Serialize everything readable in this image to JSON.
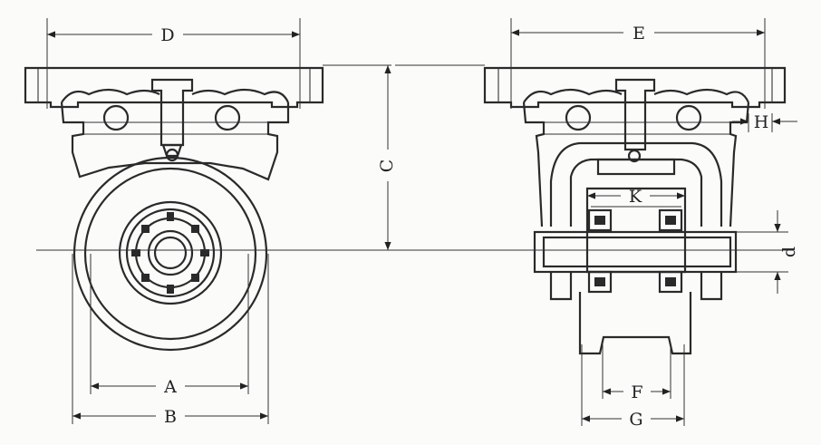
{
  "dimension_labels": {
    "A": "A",
    "B": "B",
    "C": "C",
    "D": "D",
    "E": "E",
    "F": "F",
    "G": "G",
    "H": "H",
    "K": "K",
    "d": "d"
  }
}
